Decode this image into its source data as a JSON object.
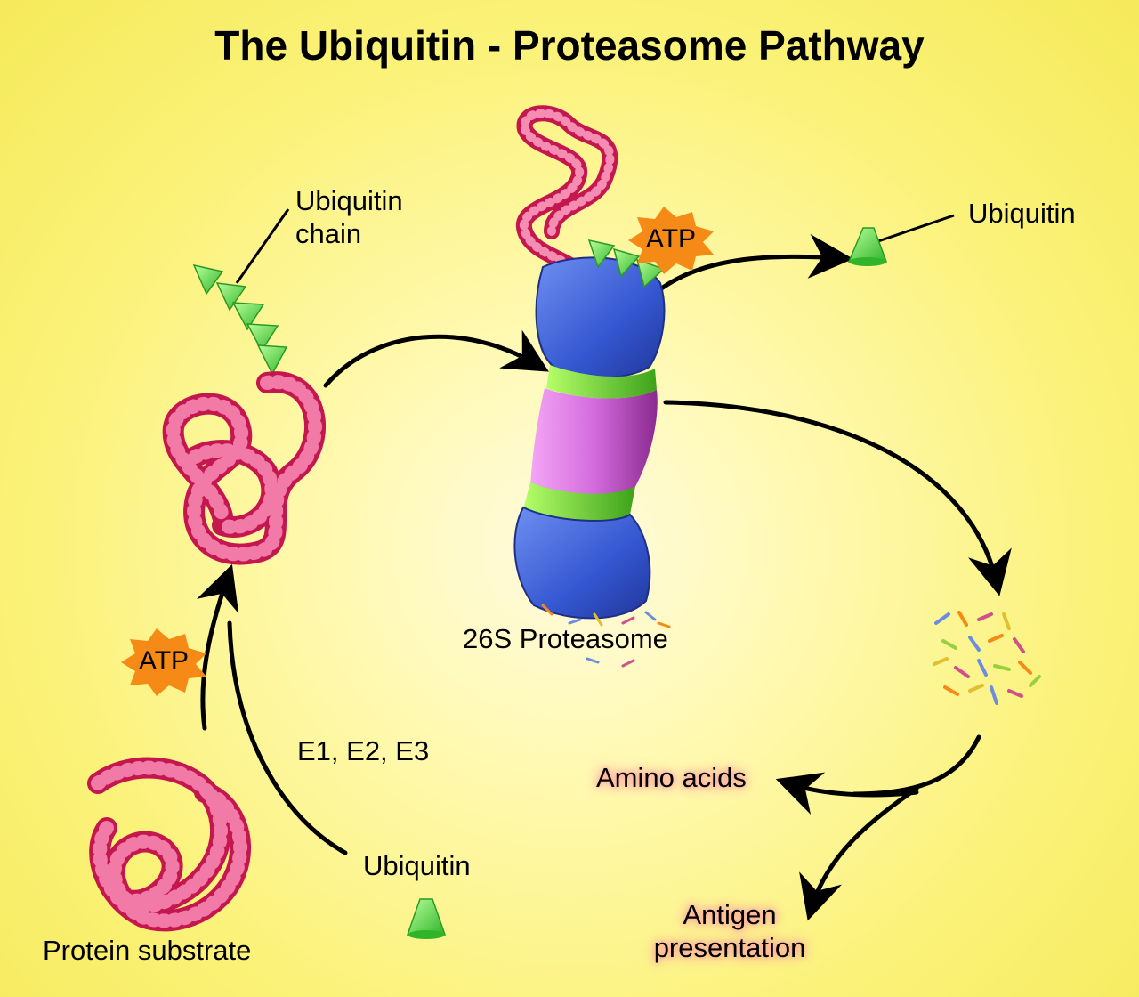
{
  "title": "The Ubiquitin - Proteasome Pathway",
  "labels": {
    "ubiquitin_chain": "Ubiquitin\nchain",
    "ubiquitin_top": "Ubiquitin",
    "proteasome": "26S Proteasome",
    "enzymes": "E1, E2, E3",
    "ubiquitin_bottom": "Ubiquitin",
    "protein_substrate": "Protein substrate",
    "amino_acids": "Amino acids",
    "antigen_presentation": "Antigen\npresentation",
    "atp_top": "ATP",
    "atp_left": "ATP"
  },
  "colors": {
    "protein": "#e8457a",
    "ubiquitin": "#4fd63f",
    "proteasome_cap": "#3b5fd6",
    "proteasome_core": "#d97ae6",
    "ring": "#6ad42c",
    "atp": "#f58a16",
    "glow": "#ff9d9d"
  }
}
